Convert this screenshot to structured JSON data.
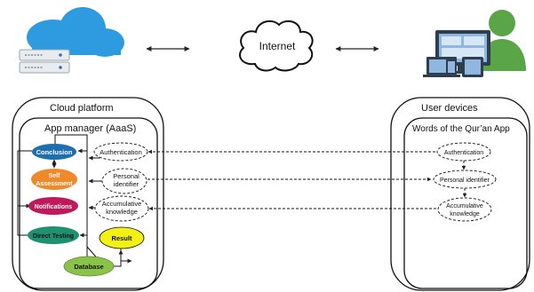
{
  "top": {
    "internet_label": "Internet"
  },
  "cloud_platform": {
    "title": "Cloud platform",
    "app_manager_label": "App manager (AaaS)",
    "nodes": {
      "conclusion": "Conclusion",
      "self_assessment_line1": "Self",
      "self_assessment_line2": "Assessment",
      "notifications": "Notifications",
      "direct_testing": "Direct Testing",
      "result": "Result",
      "database": "Database",
      "authentication": "Authentication",
      "personal_identifier_line1": "Personal",
      "personal_identifier_line2": "identifier",
      "accumulative_knowledge_line1": "Accumulative",
      "accumulative_knowledge_line2": "knowledge"
    }
  },
  "user_devices": {
    "title": "User devices",
    "app_label": "Words of the Qur’an App",
    "nodes": {
      "authentication": "Authentication",
      "personal_identifier": "Personal identifier",
      "accumulative_knowledge_line1": "Accumulative",
      "accumulative_knowledge_line2": "knowledge"
    }
  },
  "colors": {
    "cloud_blue": "#2e9be0",
    "conclusion_blue": "#1f6fae",
    "self_assessment_orange": "#ee8a2a",
    "notifications_magenta": "#c0195b",
    "direct_testing_green": "#1e9171",
    "result_yellow": "#f3f013",
    "database_green": "#8bc34a",
    "user_green": "#5aa547"
  },
  "icons": [
    "server-cloud-icon",
    "internet-cloud-icon",
    "user-devices-icon"
  ]
}
